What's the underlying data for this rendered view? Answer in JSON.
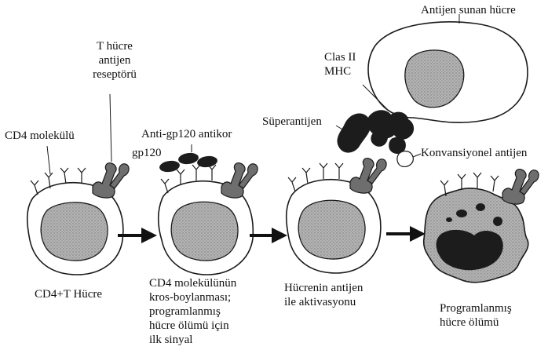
{
  "labels": {
    "apc": "Antijen sunan hücre",
    "tcr_line1": "T hücre",
    "tcr_line2": "antijen",
    "tcr_line3": "reseptörü",
    "class2_line1": "Clas II",
    "class2_line2": "MHC",
    "superantigen": "Süperantijen",
    "cd4_molecule": "CD4 molekülü",
    "anti_gp120": "Anti-gp120 antikor",
    "gp120": "gp120",
    "conventional_antigen": "Konvansiyonel antijen",
    "cell1_caption": "CD4+T Hücre",
    "cell2_caption_1": "CD4 molekülünün",
    "cell2_caption_2": "kros-boylanması;",
    "cell2_caption_3": "programlanmış",
    "cell2_caption_4": "hücre ölümü için",
    "cell2_caption_5": "ilk sinyal",
    "cell3_caption_1": "Hücrenin antijen",
    "cell3_caption_2": "ile aktivasyonu",
    "cell4_caption_1": "Programlanmış",
    "cell4_caption_2": "hücre ölümü"
  },
  "colors": {
    "outline": "#1a1a1a",
    "nucleus_fill": "#a6a6a6",
    "receptor_fill": "#6e6e6e",
    "dark_fill": "#1c1c1c",
    "arrow": "#111111"
  }
}
